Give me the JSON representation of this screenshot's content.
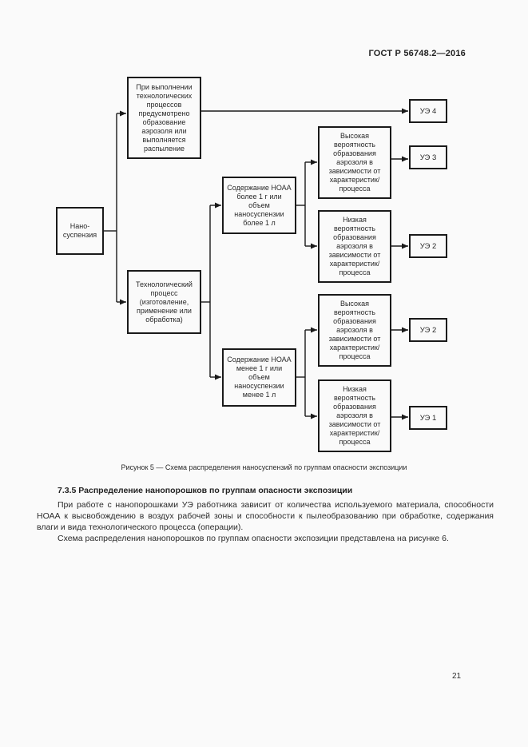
{
  "page": {
    "header": "ГОСТ Р 56748.2—2016",
    "page_number": "21"
  },
  "figure": {
    "caption": "Рисунок 5 — Схема распределения наносуспензий по группам опасности экспозиции",
    "nodes": {
      "nano": "Нано-суспензия",
      "aerosol": "При выполнении технологических процессов предусмотрено образование аэрозоля или выполняется распыление",
      "tech": "Технологический процесс (изготовление, применение или обработка)",
      "noaa_more": "Содержание НОАА более 1 г или объем наносуспензии более 1 л",
      "noaa_less": "Содержание НОАА менее 1 г или объем наносуспензии менее 1 л",
      "high1": "Высокая вероятность образования аэрозоля в зависимости от характеристик/процесса",
      "low1": "Низкая вероятность образования аэрозоля в зависимости от характеристик/процесса",
      "high2": "Высокая вероятность образования аэрозоля в зависимости от характеристик/процесса",
      "low2": "Низкая вероятность образования аэрозоля в зависимости от характеристик/процесса",
      "ue4": "УЭ 4",
      "ue3": "УЭ 3",
      "ue2a": "УЭ 2",
      "ue2b": "УЭ 2",
      "ue1": "УЭ 1"
    }
  },
  "section": {
    "heading": "7.3.5 Распределение нанопорошков по группам опасности экспозиции",
    "paragraphs": [
      "При работе с нанопорошками УЭ работника зависит от количества используемого материала, способности НОАА к высвобождению в воздух рабочей зоны и способности к пылеобразованию при обработке, содержания влаги и вида технологического процесса (операции).",
      "Схема распределения нанопорошков по группам опасности экспозиции представлена на рисунке 6."
    ]
  },
  "colors": {
    "page_background": "#fafafa",
    "ink": "#1a1a1a"
  }
}
